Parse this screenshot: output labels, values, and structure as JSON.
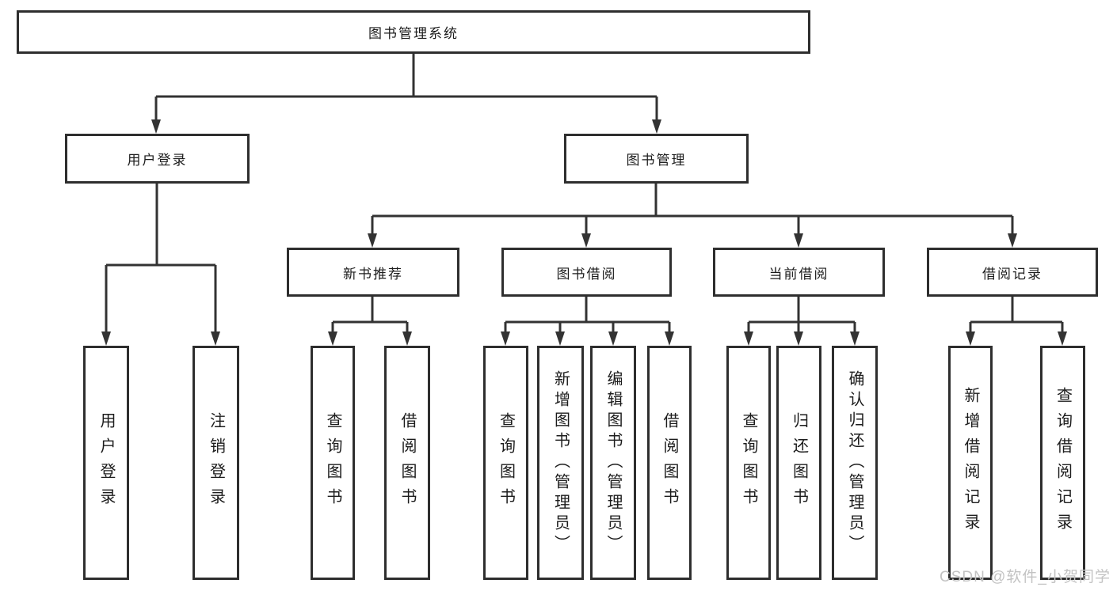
{
  "nodes": {
    "root": {
      "label": "图书管理系统"
    },
    "branches": [
      {
        "label": "用户登录"
      },
      {
        "label": "图书管理"
      }
    ],
    "modules": [
      {
        "label": "新书推荐"
      },
      {
        "label": "图书借阅"
      },
      {
        "label": "当前借阅"
      },
      {
        "label": "借阅记录"
      }
    ],
    "leaves": [
      {
        "label": "用户登录"
      },
      {
        "label": "注销登录"
      },
      {
        "label": "查询图书"
      },
      {
        "label": "借阅图书"
      },
      {
        "label": "查询图书"
      },
      {
        "label": "新增图书（管理员）"
      },
      {
        "label": "编辑图书（管理员）"
      },
      {
        "label": "借阅图书"
      },
      {
        "label": "查询图书"
      },
      {
        "label": "归还图书"
      },
      {
        "label": "确认归还（管理员）"
      },
      {
        "label": "新增借阅记录"
      },
      {
        "label": "查询借阅记录"
      }
    ]
  },
  "watermark": {
    "text": "CSDN @软件_小贺同学"
  },
  "colors": {
    "line": "#333333",
    "border": "#2e2e2e",
    "text": "#1c1c1c",
    "watermark": "#c3c3c3",
    "background": "#ffffff"
  }
}
